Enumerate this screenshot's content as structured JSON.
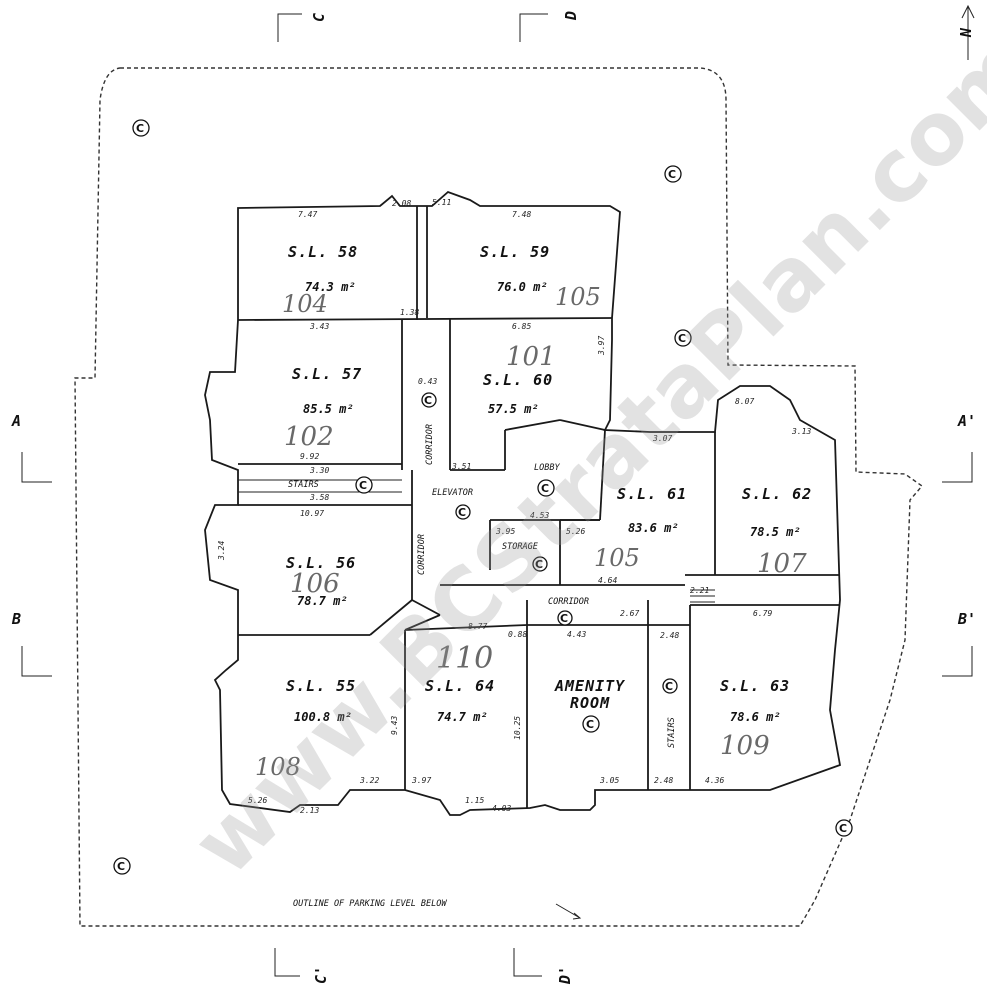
{
  "plan": {
    "units": [
      {
        "id": "sl58",
        "label": "S.L. 58",
        "area": "74.3 m²",
        "handwritten": "104"
      },
      {
        "id": "sl59",
        "label": "S.L. 59",
        "area": "76.0 m²",
        "handwritten": "105"
      },
      {
        "id": "sl57",
        "label": "S.L. 57",
        "area": "85.5 m²",
        "handwritten": "102"
      },
      {
        "id": "sl60",
        "label": "S.L. 60",
        "area": "57.5 m²",
        "handwritten": "101"
      },
      {
        "id": "sl61",
        "label": "S.L. 61",
        "area": "83.6 m²",
        "handwritten": "105"
      },
      {
        "id": "sl62",
        "label": "S.L. 62",
        "area": "78.5 m²",
        "handwritten": "107"
      },
      {
        "id": "sl56",
        "label": "S.L. 56",
        "area": "78.7 m²",
        "handwritten": "106"
      },
      {
        "id": "sl55",
        "label": "S.L. 55",
        "area": "100.8 m²",
        "handwritten": "108"
      },
      {
        "id": "sl64",
        "label": "S.L. 64",
        "area": "74.7 m²",
        "handwritten": "110"
      },
      {
        "id": "sl63",
        "label": "S.L. 63",
        "area": "78.6 m²",
        "handwritten": "109"
      }
    ],
    "amenity": {
      "line1": "AMENITY",
      "line2": "ROOM"
    },
    "room_labels": {
      "corridor_main": "CORRIDOR",
      "corridor_vertical": "CORRIDOR",
      "corridor_small": "CORRIDOR",
      "lobby": "LOBBY",
      "elevator": "ELEVATOR",
      "stairs_left": "STAIRS",
      "stairs_right": "STAIRS",
      "storage": "STORAGE"
    },
    "common_symbol": "C",
    "outline_note": "OUTLINE OF PARKING LEVEL BELOW",
    "section_marks": {
      "a_left": "A",
      "a_right": "A'",
      "b_left": "B",
      "b_right": "B'",
      "c_top": "C",
      "c_bottom": "C'",
      "d_top": "D",
      "d_bottom": "D'"
    },
    "north": "N",
    "dims": {
      "d1": "7.47",
      "d2": "2.08",
      "d3": "5.11",
      "d4": "7.48",
      "d5": "3.43",
      "d6": "6.85",
      "d7": "0.43",
      "d8": "9.92",
      "d9": "3.30",
      "d10": "3.58",
      "d11": "10.97",
      "d12": "3.51",
      "d13": "4.53",
      "d14": "3.95",
      "d15": "5.26",
      "d16": "4.64",
      "d17": "3.07",
      "d18": "8.07",
      "d19": "3.13",
      "d20": "8.77",
      "d21": "4.43",
      "d22": "2.67",
      "d23": "2.48",
      "d24": "6.79",
      "d25": "3.22",
      "d26": "3.97",
      "d27": "1.15",
      "d28": "4.03",
      "d29": "3.05",
      "d30": "2.48",
      "d31": "4.36",
      "d32": "5.26",
      "d33": "2.13",
      "d34": "1.38",
      "d35": "3.24",
      "d36": "10.25",
      "d37": "9.43",
      "d38": "0.88",
      "d39": "2.21",
      "d40": "3.97"
    }
  },
  "watermark": "www.BCStrataPlan.com"
}
